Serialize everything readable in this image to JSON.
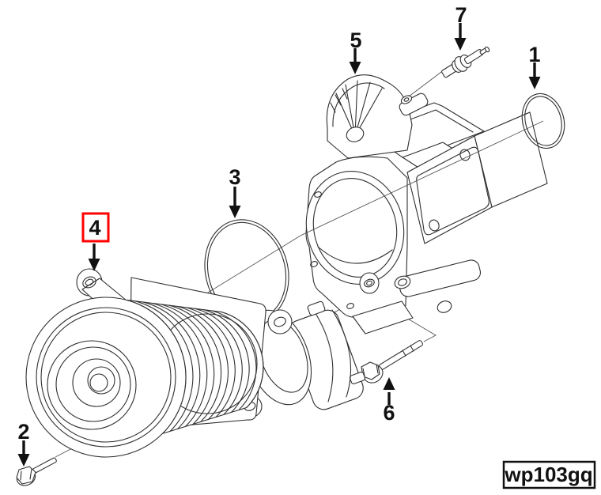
{
  "diagram": {
    "figure_code": "wp103gq",
    "highlighted_callout": "4",
    "highlight_color": "#ff0000",
    "line_color": "#2f2f2f",
    "background_color": "#ffffff",
    "callouts": {
      "c1": "1",
      "c2": "2",
      "c3": "3",
      "c4": "4",
      "c5": "5",
      "c6": "6",
      "c7": "7"
    }
  }
}
